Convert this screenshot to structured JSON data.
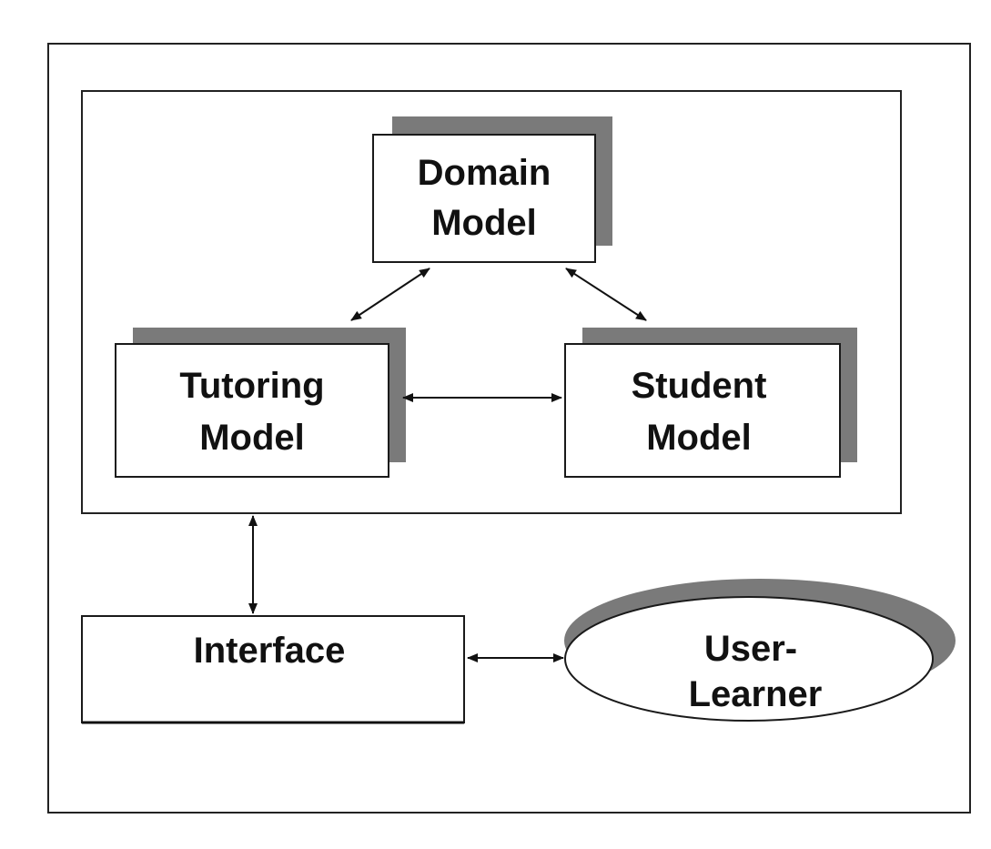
{
  "diagram": {
    "nodes": {
      "domain": {
        "line1": "Domain",
        "line2": "Model"
      },
      "tutoring": {
        "line1": "Tutoring",
        "line2": "Model"
      },
      "student": {
        "line1": "Student",
        "line2": "Model"
      },
      "interface": {
        "line1": "Interface"
      },
      "user": {
        "line1": "User-",
        "line2": "Learner"
      }
    },
    "colors": {
      "shadow": "#7a7a7a",
      "stroke": "#1a1a1a",
      "background": "#ffffff"
    },
    "connectors": [
      {
        "from": "domain",
        "to": "tutoring",
        "type": "bidirectional-arrow"
      },
      {
        "from": "domain",
        "to": "student",
        "type": "bidirectional-arrow"
      },
      {
        "from": "tutoring",
        "to": "student",
        "type": "bidirectional-arrow"
      },
      {
        "from": "inner-frame",
        "to": "interface",
        "type": "bidirectional-arrow"
      },
      {
        "from": "interface",
        "to": "user",
        "type": "bidirectional-arrow"
      }
    ]
  }
}
